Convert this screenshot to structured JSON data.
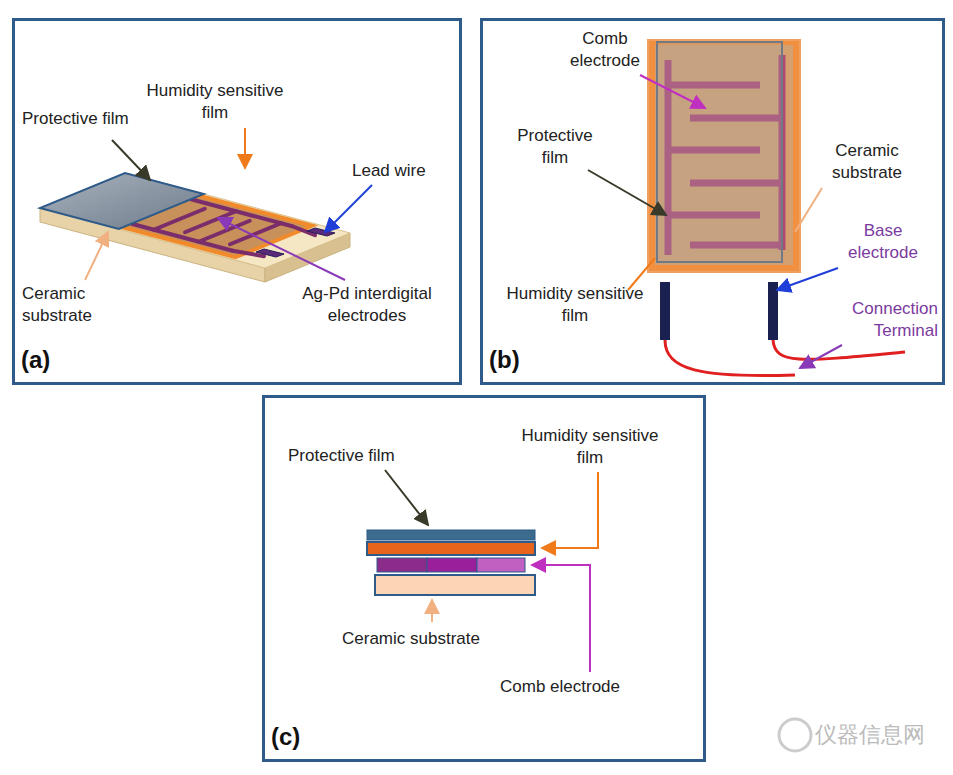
{
  "diagram": {
    "nodes": [
      {
        "text": [
          "(a)"
        ]
      },
      {
        "text": [
          "(b)"
        ]
      },
      {
        "text": [
          "(c)"
        ]
      }
    ],
    "labels": [
      "Protective film",
      "Humidity sensitive film",
      "Lead wire",
      "Ceramic substrate",
      "Ag-Pd interdigital electrodes",
      "Comb electrode",
      "Protective film",
      "Ceramic substrate",
      "Base electrode",
      "Humidity sensitive film",
      "Connection Terminal",
      "Protective film",
      "Humidity sensitive film",
      "Ceramic substrate",
      "Comb electrode",
      "仪器信息网"
    ]
  }
}
